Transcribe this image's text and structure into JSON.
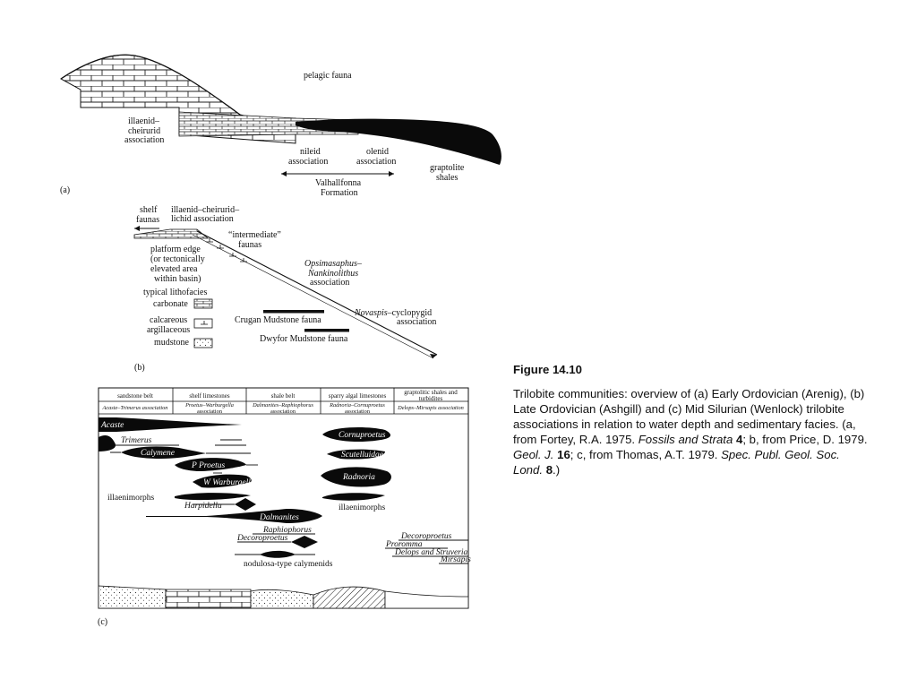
{
  "panel_a": {
    "label": "(a)",
    "pelagic": "pelagic fauna",
    "illaenid": [
      "illaenid–",
      "cheirurid",
      "association"
    ],
    "nileid": [
      "nileid",
      "association"
    ],
    "olenid": [
      "olenid",
      "association"
    ],
    "graptolite": [
      "graptolite",
      "shales"
    ],
    "formation": [
      "Valhallfonna",
      "Formation"
    ]
  },
  "panel_b": {
    "label": "(b)",
    "shelf": [
      "shelf",
      "faunas"
    ],
    "illaenid": [
      "illaenid–cheirurid–",
      "lichid association"
    ],
    "intermediate": [
      "“intermediate”",
      "faunas"
    ],
    "platform": [
      "platform edge",
      "(or tectonically",
      "elevated area",
      "within basin)"
    ],
    "opsimasaphus": [
      "Opsimasaphus–",
      "Nankinolithus",
      "association"
    ],
    "lithofacies_title": "typical lithofacies",
    "carbonate": "carbonate",
    "calcareous": [
      "calcareous",
      "argillaceous"
    ],
    "mudstone": "mudstone",
    "crugan": "Crugan Mudstone fauna",
    "dwyfor": "Dwyfor Mudstone fauna",
    "novaspis_italic": "Novaspis",
    "novaspis_rest": "–cyclopygid",
    "novaspis_assoc": "association"
  },
  "panel_c": {
    "label": "(c)",
    "headers": [
      [
        "sandstone belt"
      ],
      [
        "shelf limestones"
      ],
      [
        "shale belt"
      ],
      [
        "sparry algal limestones"
      ],
      [
        "graptolitic shales and",
        "turbidites"
      ]
    ],
    "associations": [
      [
        "Acaste–Trimerus association"
      ],
      [
        "Proetus–Warburgella",
        "association"
      ],
      [
        "Dalmanites–Raphiophorus",
        "association"
      ],
      [
        "Radnoria–Cornuproetus",
        "association"
      ],
      [
        "Delops–Mirsapis association"
      ]
    ],
    "taxa": {
      "acaste": "Acaste",
      "trimerus": "Trimerus",
      "calymene": "Calymene",
      "p_proetus": "P Proetus",
      "w_warburgella": "W Warburgella",
      "illaenimorphs_left": "illaenimorphs",
      "harpidella": "Harpidella",
      "dalmanites": "Dalmanites",
      "raphiophorus": "Raphiophorus",
      "decoroproetus": "Decoroproetus",
      "nodulosa": "nodulosa-type calymenids",
      "cornuproetus": "Cornuproetus",
      "scutelluidae": "Scutelluidae",
      "radnoria": "Radnoria",
      "illaenimorphs_right": "illaenimorphs",
      "decoroproetus_r": "Decoroproetus",
      "proromma": "Proromma",
      "delops": "Delops and Struveria",
      "mirsapis": "Mirsapis"
    }
  },
  "caption": {
    "title": "Figure 14.10",
    "t1": "Trilobite communities: overview of (a) Early Ordovician (Arenig), (b) Late Ordovician (Ashgill) and (c) Mid Silurian (Wenlock) trilobite associations in relation to water depth and sedimentary facies. (a, from Fortey, R.A. 1975. ",
    "i1": "Fossils and Strata",
    "b1": "4",
    "t2": "; b, from Price, D. 1979. ",
    "i2": "Geol. J.",
    "b2": "16",
    "t3": "; c, from Thomas, A.T. 1979. ",
    "i3": "Spec. Publ. Geol. Soc. Lond.",
    "b3": "8",
    "t4": ".)"
  }
}
